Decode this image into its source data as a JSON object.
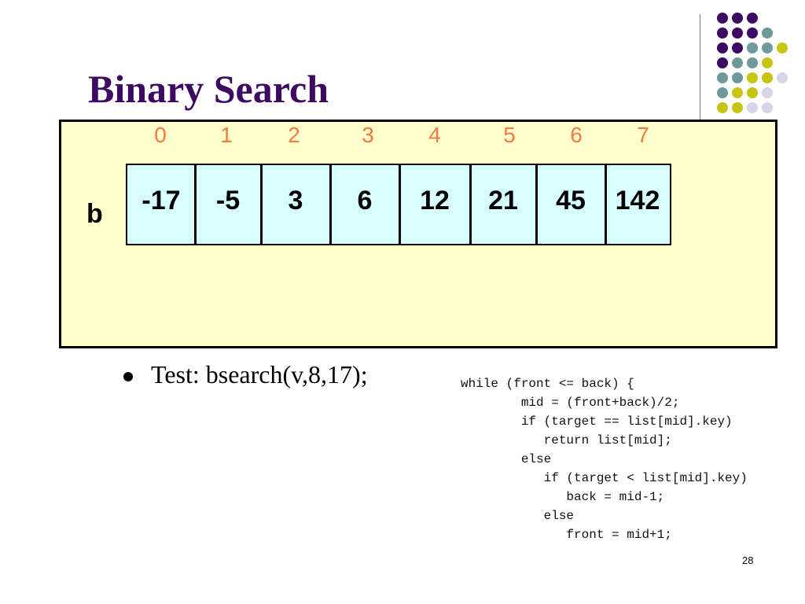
{
  "slide": {
    "title": "Binary Search",
    "array_label": "b",
    "indices": [
      "0",
      "1",
      "2",
      "3",
      "4",
      "5",
      "6",
      "7"
    ],
    "values": [
      "-17",
      "-5",
      "3",
      "6",
      "12",
      "21",
      "45",
      "142"
    ],
    "test_text": "Test:  bsearch(v,8,17);",
    "code_lines": [
      "while (front <= back) {",
      "        mid = (front+back)/2;",
      "        if (target == list[mid].key)",
      "           return list[mid];",
      "        else",
      "           if (target < list[mid].key)",
      "              back = mid-1;",
      "           else",
      "              front = mid+1;"
    ],
    "page_number": "28"
  },
  "colors": {
    "title": "#3d0a62",
    "index": "#f47a3f",
    "array_fill": "#d8ffff",
    "panel_fill": "#ffffcc",
    "dot_purple": "#3d0a62",
    "dot_teal": "#6e9a9b",
    "dot_yellow": "#c8c414",
    "dot_lavender": "#d6d6ea"
  }
}
